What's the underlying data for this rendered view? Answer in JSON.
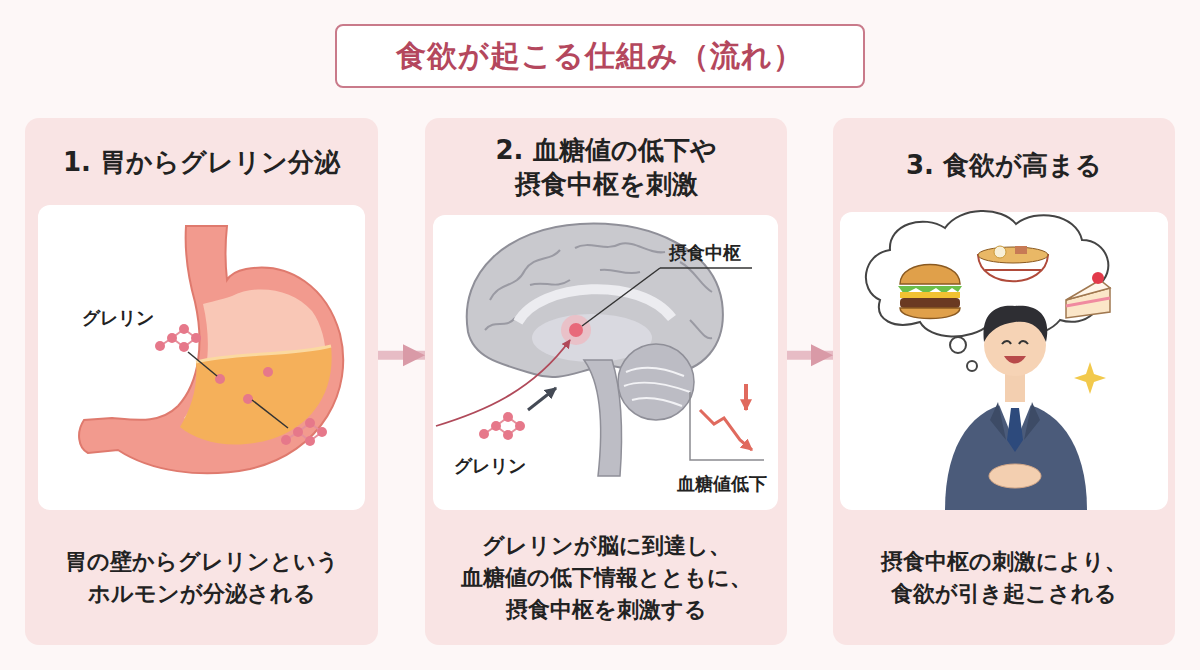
{
  "diagram": {
    "title": "食欲が起こる仕組み（流れ）",
    "nodes": [
      {
        "text": [
          "1. 胃からグレリン分泌",
          "胃の壁からグレリンという ホルモンが分泌される"
        ]
      },
      {
        "text": [
          "グレリン"
        ],
        "in": 0
      },
      {
        "text": [
          "2. 血糖値の低下や 摂食中枢を刺激",
          "グレリンが脳に到達し、 血糖値の低下情報とともに、 摂食中枢を刺激する"
        ]
      },
      {
        "text": [
          "摂食中枢",
          "グレリン",
          "血糖値低下"
        ],
        "in": 2
      },
      {
        "text": [
          "3. 食欲が高まる",
          "摂食中枢の刺激により、 食欲が引き起こされる"
        ]
      }
    ],
    "edges": [
      {
        "from": 0,
        "to": 2,
        "arrow": "to"
      },
      {
        "from": 2,
        "to": 4,
        "arrow": "to"
      }
    ]
  }
}
